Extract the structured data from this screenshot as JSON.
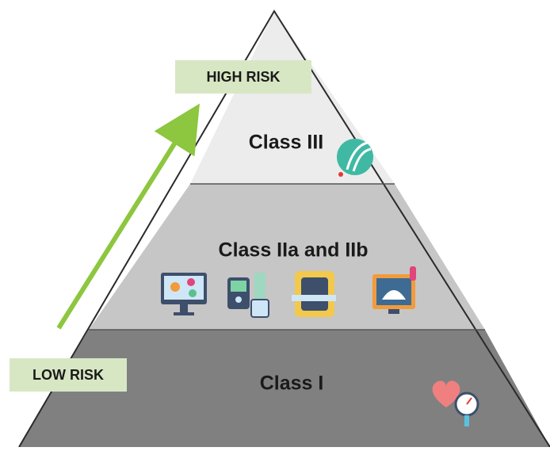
{
  "tiers": [
    {
      "label": "Class III",
      "fill": "#ececec"
    },
    {
      "label": "Class IIa and IIb",
      "fill": "#c6c6c6"
    },
    {
      "label": "Class I",
      "fill": "#808080"
    }
  ],
  "risk_labels": {
    "high": "HIGH RISK",
    "low": "LOW RISK"
  },
  "colors": {
    "arrow": "#8dc63f",
    "risk_box": "#d8e7c3",
    "outline": "#2a2a2a"
  },
  "icons": {
    "class_iii": [
      "stent-icon"
    ],
    "class_ii": [
      "monitor-apps-icon",
      "insulin-pump-icon",
      "mri-scanner-icon",
      "ultrasound-icon"
    ],
    "class_i": [
      "heart-pressure-gauge-icon"
    ]
  }
}
